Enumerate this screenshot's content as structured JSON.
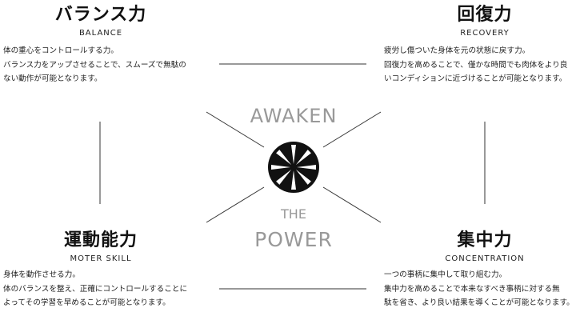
{
  "balance": {
    "title": "バランス力",
    "subtitle": "BALANCE",
    "lines": [
      "体の重心をコントロールする力。",
      "バランス力をアップさせることで、スムーズで無駄の",
      "ない動作が可能となります。"
    ]
  },
  "recovery": {
    "title": "回復力",
    "subtitle": "RECOVERY",
    "lines": [
      "疲労し傷ついた身体を元の状態に戻す力。",
      "回復力を高めることで、僅かな時間でも肉体をより良",
      "いコンディションに近づけることが可能となります。"
    ]
  },
  "motor": {
    "title": "運動能力",
    "subtitle": "MOTER SKILL",
    "lines": [
      "身体を動作させる力。",
      "体のバランスを整え、正確にコントロールすることに",
      "よってその学習を早めることが可能となります。"
    ]
  },
  "concentration": {
    "title": "集中力",
    "subtitle": "CONCENTRATION",
    "lines": [
      "一つの事柄に集中して取り組む力。",
      "集中力を高めることで本来なすべき事柄に対する無",
      "駄を省き、より良い結果を導くことが可能となります。"
    ]
  },
  "center": {
    "top": "AWAKEN",
    "middle": "THE",
    "bottom": "POWER"
  },
  "colors": {
    "text": "#111111",
    "center_text": "#999999",
    "lines": "#333333",
    "logo": "#111111"
  },
  "icons": [
    "radial-burst-logo-icon"
  ]
}
